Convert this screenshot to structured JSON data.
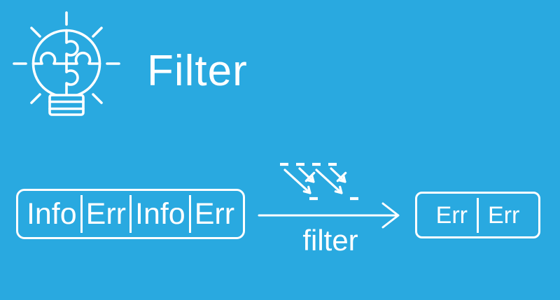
{
  "page": {
    "background_color": "#29A9E0",
    "text_color": "#FFFFFF"
  },
  "header": {
    "title": "Filter",
    "icon_name": "puzzle-lightbulb-icon"
  },
  "diagram": {
    "input_box": {
      "items": [
        "Info",
        "Err",
        "Info",
        "Err"
      ]
    },
    "filter_glyph_icon": "filter-marbles-icon",
    "arrow_label": "filter",
    "arrow_icon": "right-arrow-icon",
    "output_box": {
      "items": [
        "Err",
        "Err"
      ]
    }
  }
}
